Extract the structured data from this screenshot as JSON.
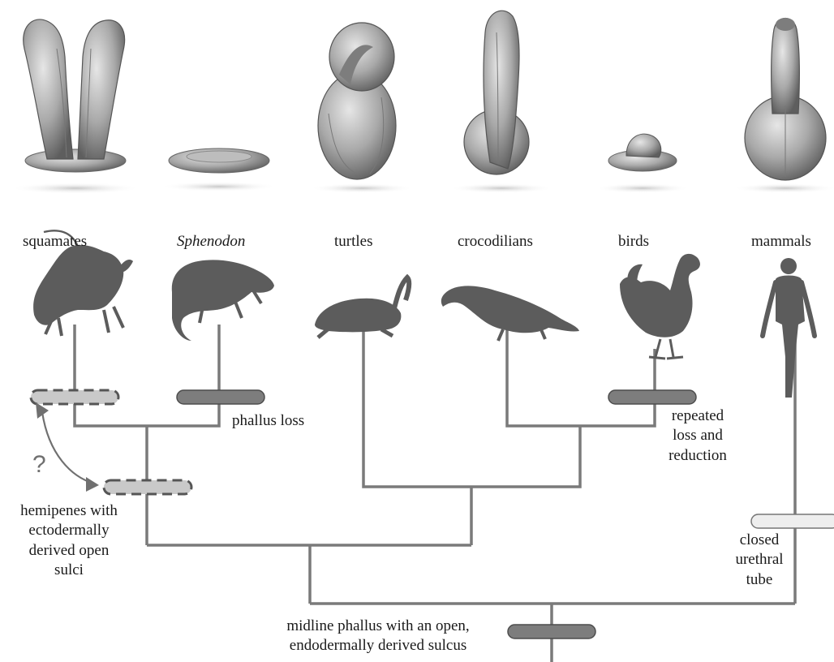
{
  "taxa": [
    {
      "name": "squamates",
      "italic": false
    },
    {
      "name": "Sphenodon",
      "italic": true
    },
    {
      "name": "turtles",
      "italic": false
    },
    {
      "name": "crocodilians",
      "italic": false
    },
    {
      "name": "birds",
      "italic": false
    },
    {
      "name": "mammals",
      "italic": false
    }
  ],
  "annotations": {
    "phallus_loss": "phallus loss",
    "repeated_loss": [
      "repeated",
      "loss and",
      "reduction"
    ],
    "hemipenes": [
      "hemipenes with",
      "ectodermally",
      "derived open",
      "sulci"
    ],
    "closed_urethral": [
      "closed",
      "urethral",
      "tube"
    ],
    "root": [
      "midline phallus with an open,",
      "endodermally derived sulcus"
    ],
    "question_mark": "?"
  },
  "colors": {
    "branch": "#7a7a7a",
    "dark_bar": "#7d7d7d",
    "light_bar": "#eeeeee",
    "dashed_bar_fill": "#c9c9c9",
    "silhouette": "#5c5c5c",
    "phallus_model": "#a8a8a8"
  },
  "icons": [
    "lizard-icon",
    "tuatara-icon",
    "turtle-icon",
    "crocodile-icon",
    "rooster-icon",
    "human-icon"
  ]
}
